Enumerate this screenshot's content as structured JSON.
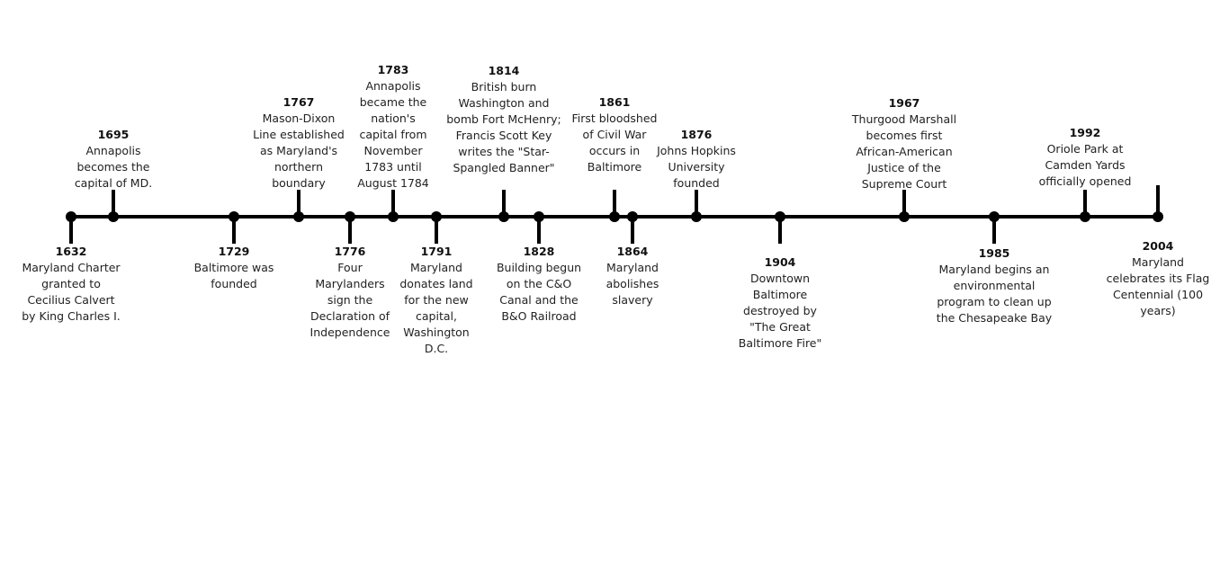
{
  "events": [
    {
      "id": "e1632",
      "year": "1632",
      "text": "Maryland Charter granted to Cecilius Calvert by King Charles I."
    },
    {
      "id": "e1695",
      "year": "1695",
      "text": "Annapolis becomes the capital of MD."
    },
    {
      "id": "e1729",
      "year": "1729",
      "text": "Baltimore was founded"
    },
    {
      "id": "e1767",
      "year": "1767",
      "text": "Mason-Dixon Line established as Maryland's northern boundary"
    },
    {
      "id": "e1776",
      "year": "1776",
      "text": "Four Marylanders sign the Declaration of Independence"
    },
    {
      "id": "e1783",
      "year": "1783",
      "text": "Annapolis became the nation's capital from November 1783 until August 1784"
    },
    {
      "id": "e1791",
      "year": "1791",
      "text": "Maryland donates land for the new capital, Washington D.C."
    },
    {
      "id": "e1814",
      "year": "1814",
      "text": "British burn Washington and bomb Fort McHenry; Francis Scott Key writes the \"Star- Spangled Banner\""
    },
    {
      "id": "e1828",
      "year": "1828",
      "text": "Building begun on the C&O Canal and the B&O Railroad"
    },
    {
      "id": "e1861",
      "year": "1861",
      "text": "First bloodshed of Civil War occurs in Baltimore"
    },
    {
      "id": "e1864",
      "year": "1864",
      "text": "Maryland abolishes slavery"
    },
    {
      "id": "e1876",
      "year": "1876",
      "text": "Johns Hopkins University founded"
    },
    {
      "id": "e1904",
      "year": "1904",
      "text": "Downtown Baltimore destroyed by \"The Great Baltimore Fire\""
    },
    {
      "id": "e1967",
      "year": "1967",
      "text": "Thurgood Marshall becomes first African-American Justice of the Supreme Court"
    },
    {
      "id": "e1985",
      "year": "1985",
      "text": "Maryland begins an environmental program to clean up the Chesapeake Bay"
    },
    {
      "id": "e1992",
      "year": "1992",
      "text": "Oriole Park at Camden Yards officially opened"
    },
    {
      "id": "e2004",
      "year": "2004",
      "text": "Maryland celebrates its Flag Centennial (100 years)"
    }
  ],
  "colors": {
    "line": "#000000",
    "text": "#222222"
  }
}
